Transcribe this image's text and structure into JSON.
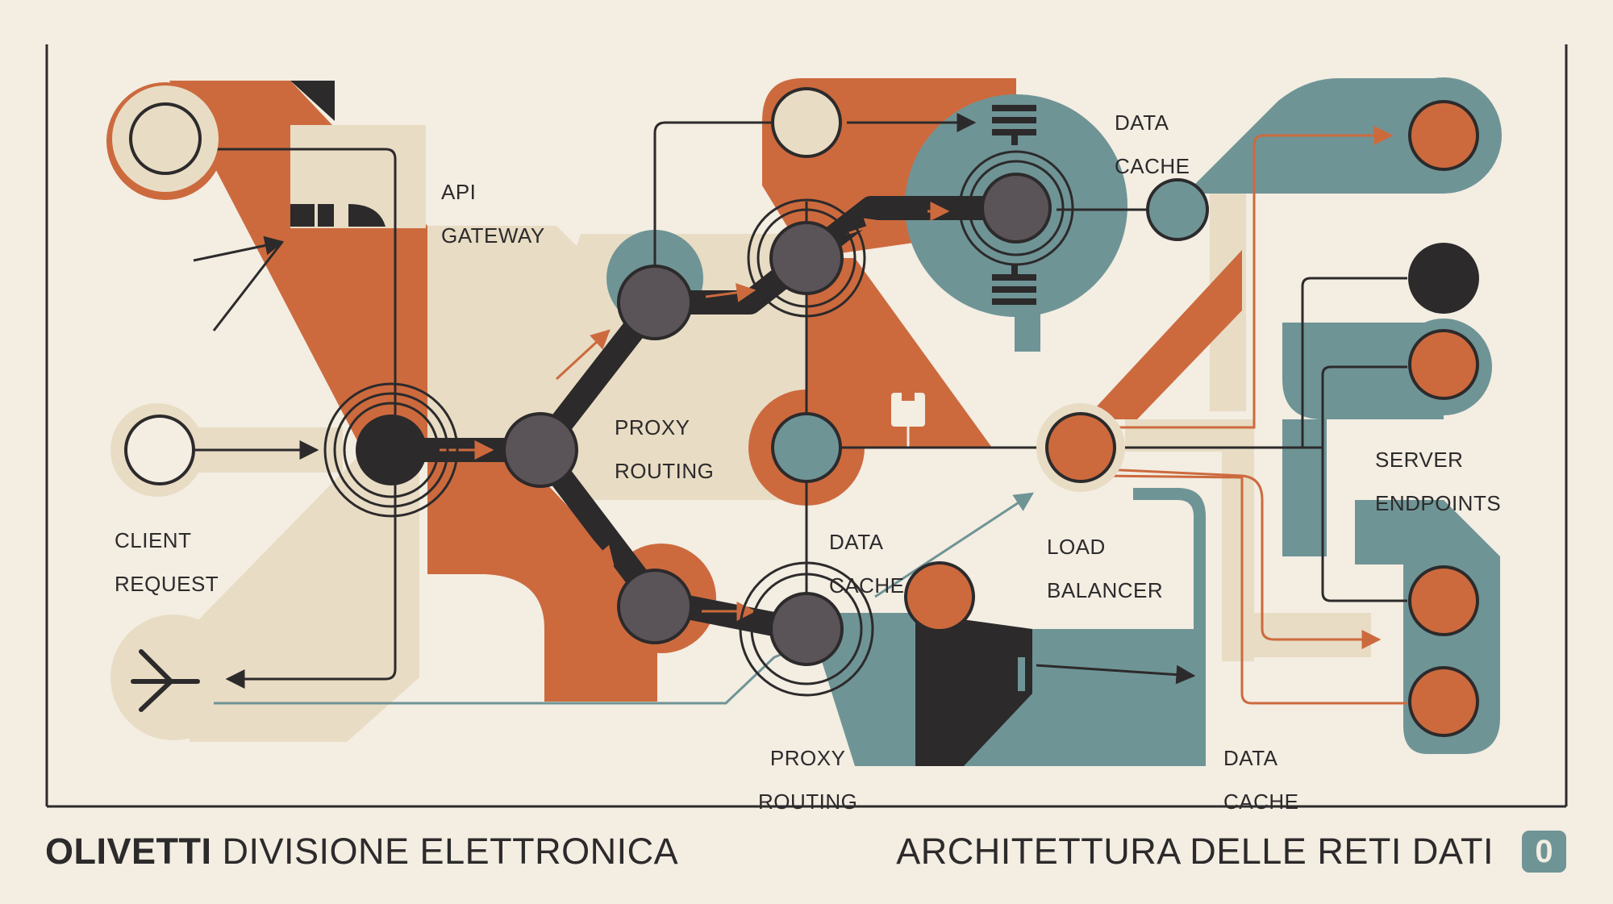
{
  "labels": {
    "api_gateway": [
      "API",
      "GATEWAY"
    ],
    "proxy_routing_upper": [
      "PROXY",
      "ROUTING"
    ],
    "proxy_routing_lower": [
      "PROXY",
      "ROUTING"
    ],
    "client_request": [
      "CLIENT",
      "REQUEST"
    ],
    "data_cache_top": [
      "DATA",
      "CACHE"
    ],
    "data_cache_middle": [
      "DATA",
      "CACHE"
    ],
    "data_cache_bottom": [
      "DATA",
      "CACHE"
    ],
    "load_balancer": [
      "LOAD",
      "BALANCER"
    ],
    "server_endpoints": [
      "SERVER",
      "ENDPOINTS"
    ]
  },
  "footer": {
    "brand": "OLIVETTI",
    "division": " DIVISIONE ELETTRONICA",
    "title": "ARCHITETTURA DELLE RETI DATI",
    "badge": "0"
  },
  "colors": {
    "background": "#f3ede2",
    "orange": "#cc6a3e",
    "teal": "#6f9496",
    "beige": "#e8dcc4",
    "dark": "#2c2a2b",
    "node_gray": "#5a5357"
  }
}
